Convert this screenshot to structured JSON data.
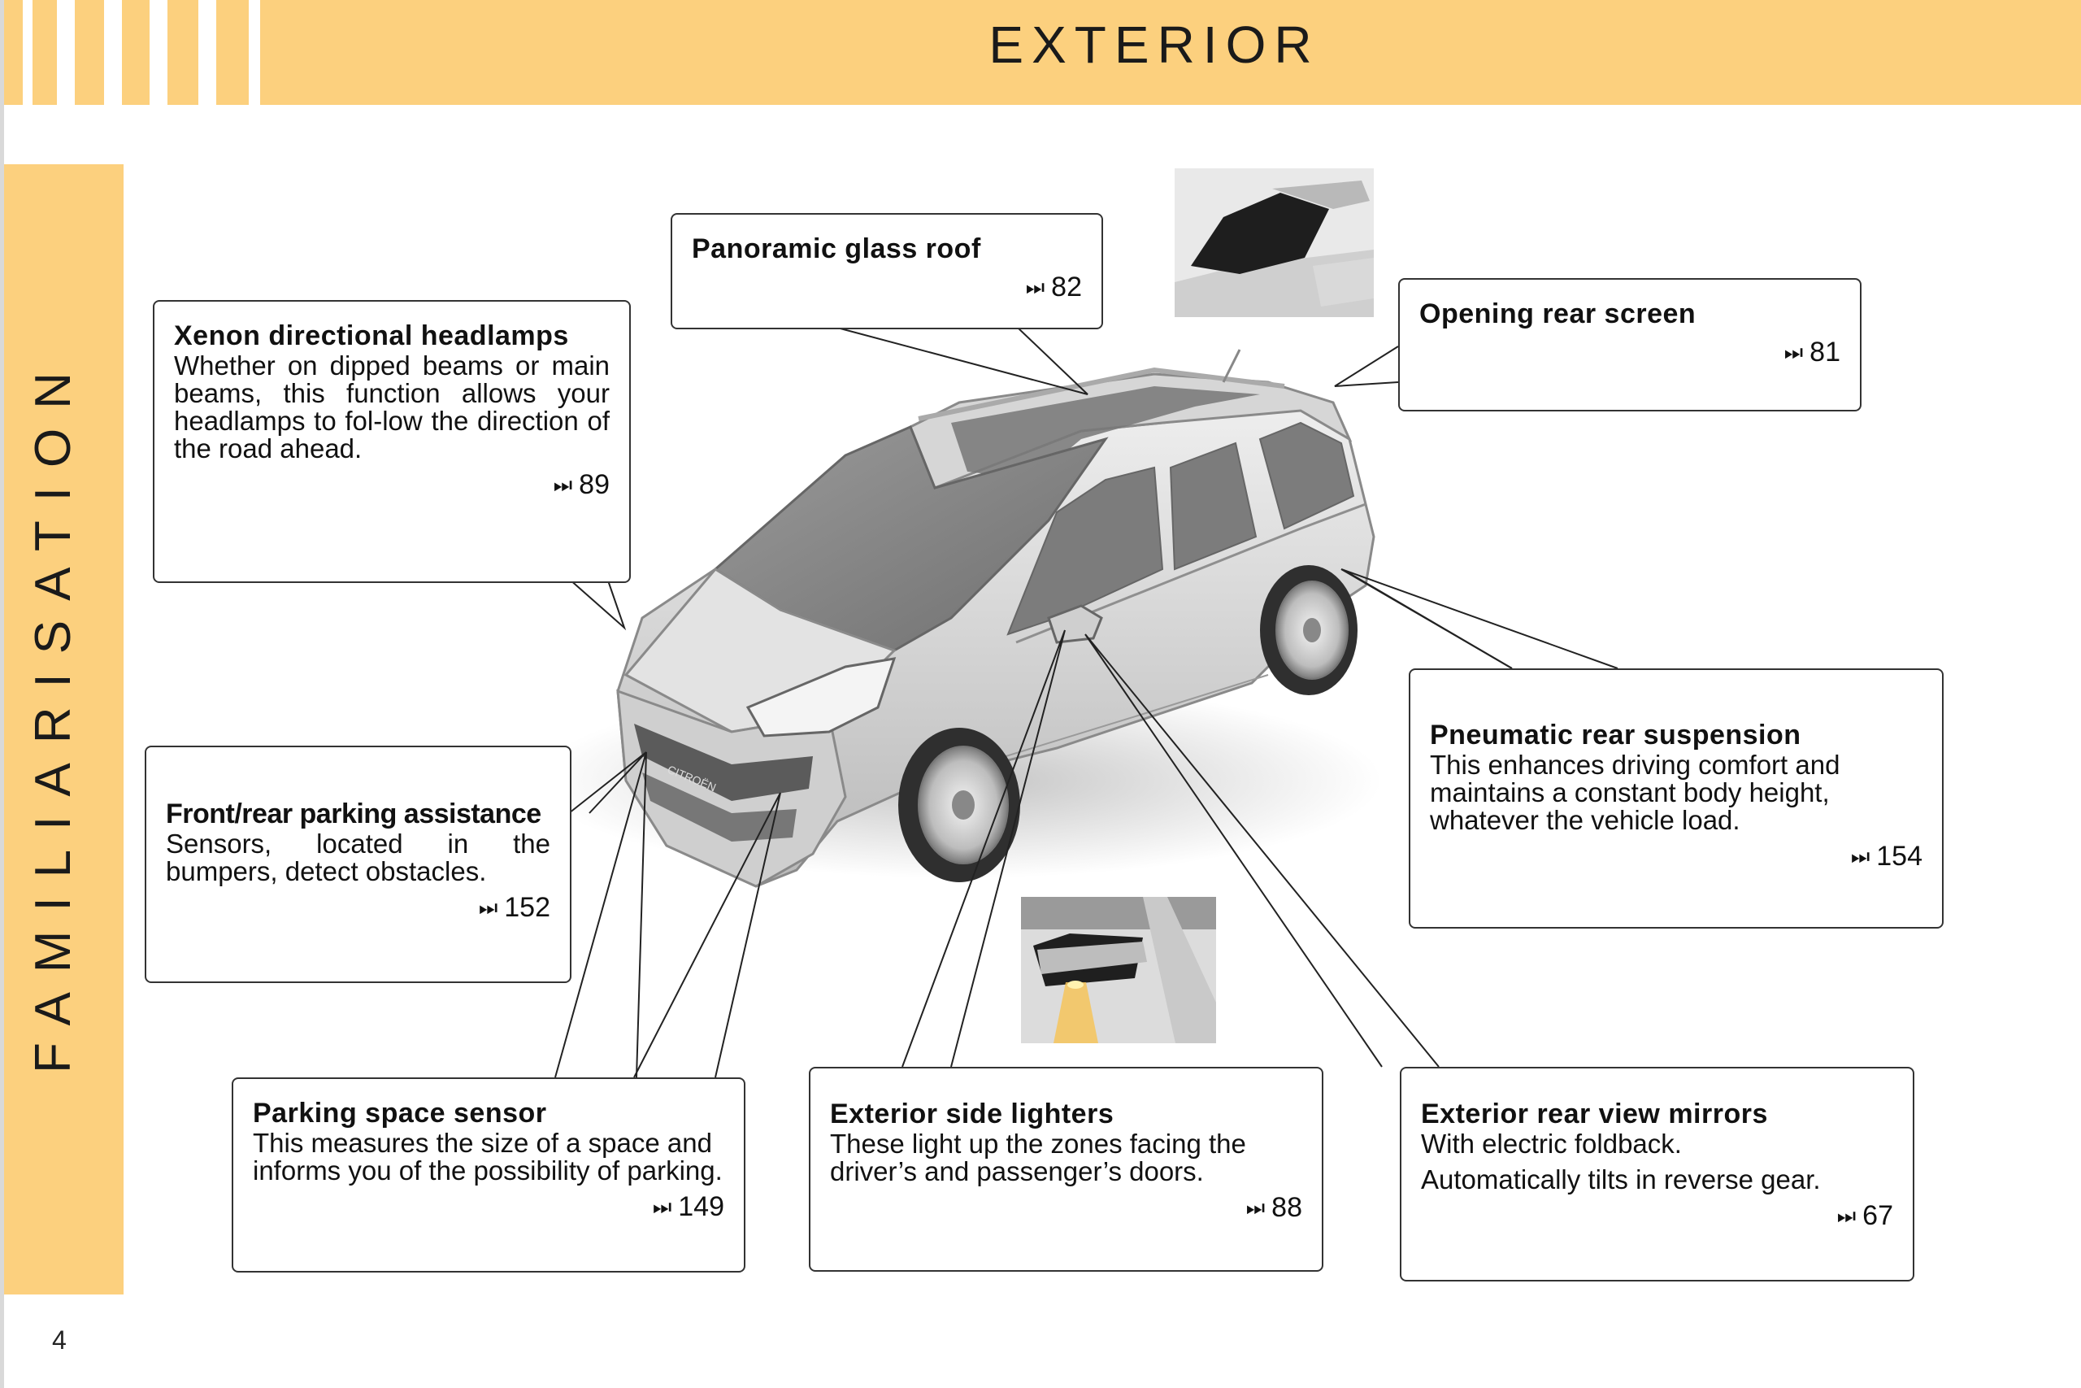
{
  "page": {
    "title": "EXTERIOR",
    "section": "FAMILIARISATION",
    "number": "4"
  },
  "ref_icon": "⏭",
  "callouts": {
    "headlamps": {
      "title": "Xenon directional headlamps",
      "text": "Whether on dipped beams or main beams, this function allows your headlamps to fol-low the direction of the road ahead.",
      "page": "89"
    },
    "roof": {
      "title": "Panoramic glass roof",
      "page": "82"
    },
    "rear_screen": {
      "title": "Opening rear screen",
      "page": "81"
    },
    "parking_assist": {
      "title": "Front/rear parking assistance",
      "text": "Sensors, located in the bumpers, detect obstacles.",
      "page": "152"
    },
    "suspension": {
      "title": "Pneumatic rear suspension",
      "text": "This enhances driving comfort and maintains a constant body height, whatever the vehicle load.",
      "page": "154"
    },
    "parking_sensor": {
      "title": "Parking space sensor",
      "text": "This measures the size of a space and informs you of the possibility of parking.",
      "page": "149"
    },
    "side_lighters": {
      "title": "Exterior side lighters",
      "text": "These light up the zones facing the driver’s and passenger’s doors.",
      "page": "88"
    },
    "mirrors": {
      "title": "Exterior rear view mirrors",
      "text_1": "With electric foldback.",
      "text_2": "Automatically tilts in reverse gear.",
      "page": "67"
    }
  },
  "car_badge": "CITROËN",
  "colors": {
    "accent": "#fcd07e",
    "border": "#333333"
  }
}
